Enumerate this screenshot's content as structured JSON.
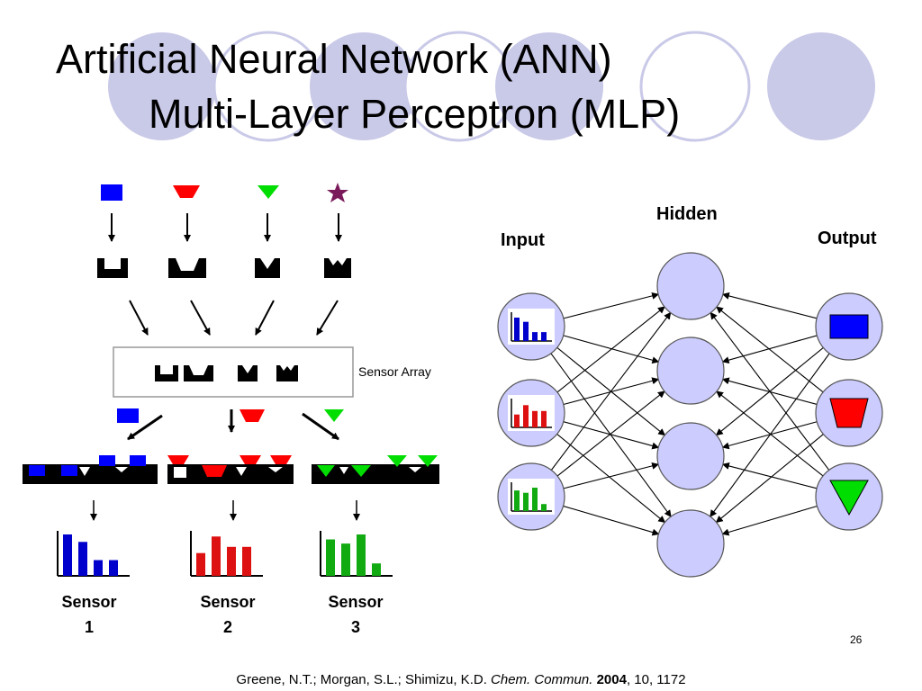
{
  "slide": {
    "title_line1": "Artificial Neural Network (ANN)",
    "title_line2": "Multi-Layer Perceptron (MLP)",
    "page_number": "26"
  },
  "left_diagram": {
    "analytes": [
      "blue square",
      "red trapezoid",
      "green triangle",
      "purple star"
    ],
    "sensor_array_label": "Sensor Array",
    "sensors": [
      {
        "label": "Sensor",
        "number": "1",
        "color": "#0000cc",
        "bar_heights": [
          1.0,
          0.82,
          0.38,
          0.38
        ]
      },
      {
        "label": "Sensor",
        "number": "2",
        "color": "#dd1111",
        "bar_heights": [
          0.55,
          0.95,
          0.7,
          0.7
        ]
      },
      {
        "label": "Sensor",
        "number": "3",
        "color": "#11aa11",
        "bar_heights": [
          0.88,
          0.78,
          1.0,
          0.3
        ]
      }
    ]
  },
  "network": {
    "input_label": "Input",
    "hidden_label": "Hidden",
    "output_label": "Output",
    "input_node_count": 3,
    "hidden_node_count": 4,
    "output_node_count": 3,
    "node_fill": "#ccccff",
    "outputs": [
      "blue rectangle",
      "red trapezoid",
      "green triangle"
    ]
  },
  "colors": {
    "blue": "#0000ff",
    "red": "#ff0000",
    "green": "#00dd00",
    "purple": "#7a1a5a",
    "decor_circle": "#c9c9e8"
  },
  "citation": {
    "authors": "Greene, N.T.; Morgan, S.L.; Shimizu, K.D.",
    "journal": "Chem. Commun.",
    "year": "2004",
    "rest": ", 10, 1172"
  }
}
